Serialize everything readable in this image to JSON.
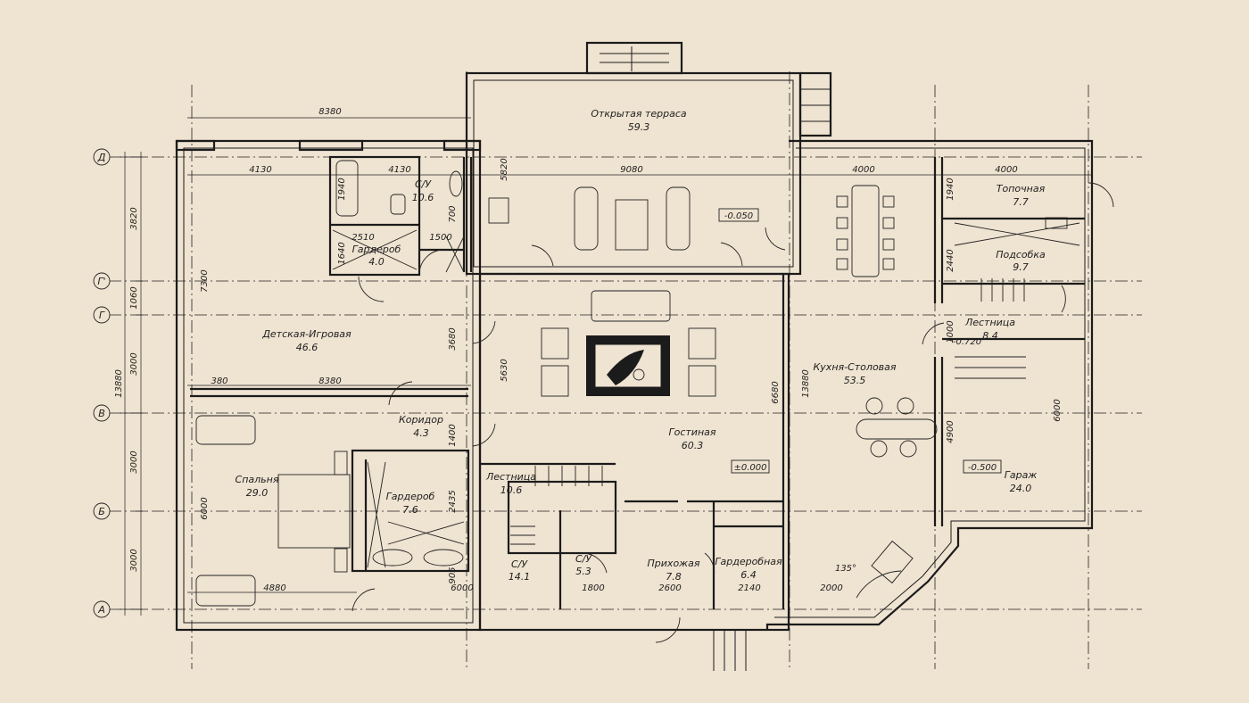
{
  "axes": {
    "rows": [
      "Д",
      "Г'",
      "Г",
      "В",
      "Б",
      "А"
    ]
  },
  "rooms": [
    {
      "id": "terrace",
      "name": "Открытая терраса",
      "area": "59.3"
    },
    {
      "id": "bath1",
      "name": "С/У",
      "area": "10.6"
    },
    {
      "id": "wardrobe1",
      "name": "Гардероб",
      "area": "4.0"
    },
    {
      "id": "kids",
      "name": "Детская-Игровая",
      "area": "46.6"
    },
    {
      "id": "corridor",
      "name": "Коридор",
      "area": "4.3"
    },
    {
      "id": "bedroom",
      "name": "Спальня",
      "area": "29.0"
    },
    {
      "id": "wardrobe2",
      "name": "Гардероб",
      "area": "7.6"
    },
    {
      "id": "stair1",
      "name": "Лестница",
      "area": "10.6"
    },
    {
      "id": "bath2",
      "name": "С/У",
      "area": "14.1"
    },
    {
      "id": "bath3",
      "name": "С/У",
      "area": "5.3"
    },
    {
      "id": "hall",
      "name": "Прихожая",
      "area": "7.8"
    },
    {
      "id": "wardrobe3",
      "name": "Гардеробная",
      "area": "6.4"
    },
    {
      "id": "living",
      "name": "Гостиная",
      "area": "60.3"
    },
    {
      "id": "kitchen",
      "name": "Кухня-Столовая",
      "area": "53.5"
    },
    {
      "id": "boiler",
      "name": "Топочная",
      "area": "7.7"
    },
    {
      "id": "utility",
      "name": "Подсобка",
      "area": "9.7"
    },
    {
      "id": "stair2",
      "name": "Лестница",
      "area": "8.4"
    },
    {
      "id": "garage",
      "name": "Гараж",
      "area": "24.0"
    }
  ],
  "levels": [
    "-0.050",
    "±0.000",
    "-0.500",
    "-0.720"
  ],
  "angle": "135°",
  "dimensions": {
    "top": [
      "8380",
      "4130",
      "4130",
      "9080",
      "4000",
      "4000"
    ],
    "left_outer": "13880",
    "left": [
      "3820",
      "1060",
      "3000",
      "3000",
      "3000"
    ],
    "interior": [
      "8380",
      "7300",
      "3680",
      "5630",
      "6680",
      "13880",
      "380",
      "1400",
      "2435",
      "6000",
      "4880",
      "6000",
      "1800",
      "2600",
      "2140",
      "2000",
      "905",
      "5820",
      "1940",
      "1940",
      "2440",
      "4900",
      "6000",
      "700",
      "1640",
      "2510",
      "1500",
      "1000"
    ]
  }
}
